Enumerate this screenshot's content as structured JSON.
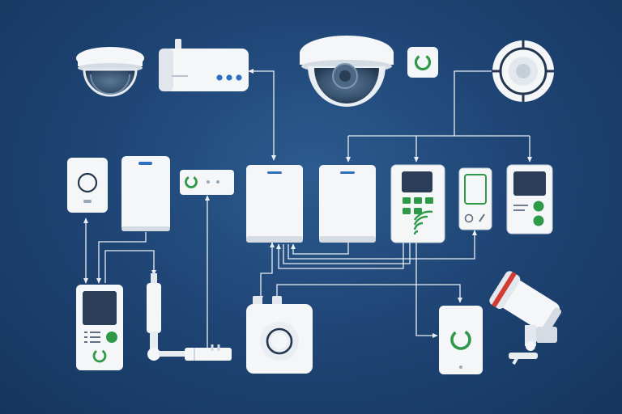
{
  "diagram": {
    "colors": {
      "background": "#1f4676",
      "connector": "#e9eef4",
      "device_white": "#f4f6f8",
      "device_shade": "#d4dbe3",
      "accent_green": "#2e9a48",
      "accent_blue": "#2f6fc0",
      "lens_dark": "#2c3e57",
      "accent_red": "#d23a32"
    },
    "devices": [
      {
        "name": "dome-camera-small",
        "icon": "dome-camera-icon"
      },
      {
        "name": "network-video-recorder",
        "icon": "router-icon"
      },
      {
        "name": "dome-camera-large",
        "icon": "dome-camera-icon"
      },
      {
        "name": "green-status-badge",
        "icon": "power-ring-icon"
      },
      {
        "name": "round-ceiling-sensor",
        "icon": "ceiling-sensor-icon"
      },
      {
        "name": "doorbell-panel",
        "icon": "doorbell-icon"
      },
      {
        "name": "wall-panel-left",
        "icon": "panel-icon"
      },
      {
        "name": "small-wall-module",
        "icon": "power-ring-icon"
      },
      {
        "name": "hub-unit-a",
        "icon": "hub-icon"
      },
      {
        "name": "hub-unit-b",
        "icon": "hub-icon"
      },
      {
        "name": "keypad-controller",
        "icon": "keypad-icon"
      },
      {
        "name": "slim-controller",
        "icon": "remote-icon"
      },
      {
        "name": "touch-panel",
        "icon": "touch-panel-icon"
      },
      {
        "name": "intercom-station",
        "icon": "intercom-icon"
      },
      {
        "name": "pipe-sensor",
        "icon": "pipe-sensor-icon"
      },
      {
        "name": "smart-speaker-hub",
        "icon": "speaker-icon"
      },
      {
        "name": "power-switch",
        "icon": "power-ring-icon"
      },
      {
        "name": "bullet-camera",
        "icon": "bullet-camera-icon"
      }
    ]
  }
}
